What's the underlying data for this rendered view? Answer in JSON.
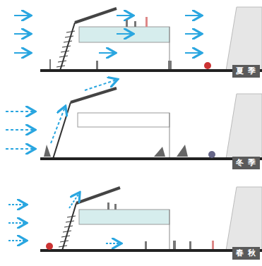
{
  "diagram": {
    "nodes": [
      {
        "text": [
          "夏 季"
        ]
      },
      {
        "text": [
          "冬 季"
        ]
      },
      {
        "text": [
          "春 秋"
        ]
      }
    ]
  }
}
